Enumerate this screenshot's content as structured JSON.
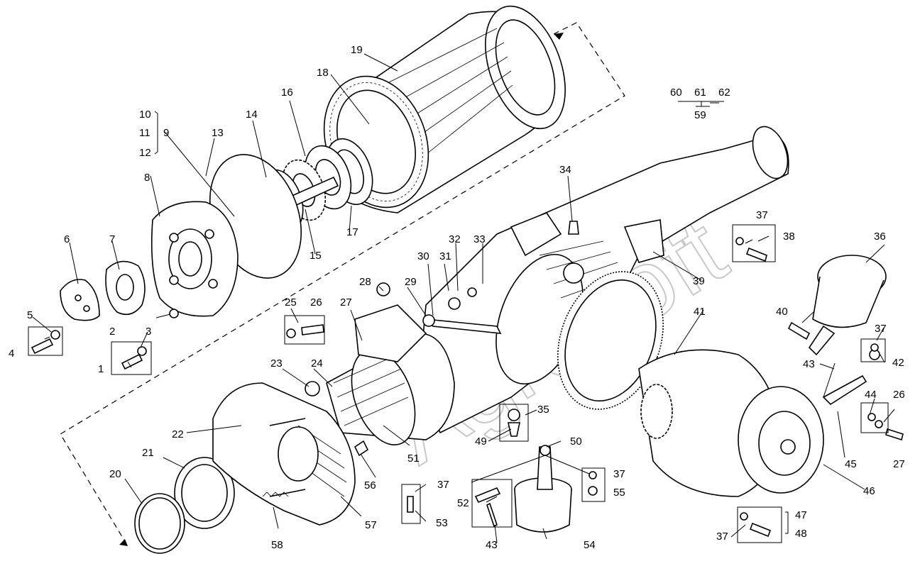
{
  "watermark": "Agrosoft",
  "callouts": [
    {
      "id": "c1",
      "text": "1"
    },
    {
      "id": "c2",
      "text": "2"
    },
    {
      "id": "c3",
      "text": "3"
    },
    {
      "id": "c4",
      "text": "4"
    },
    {
      "id": "c5",
      "text": "5"
    },
    {
      "id": "c6",
      "text": "6"
    },
    {
      "id": "c7",
      "text": "7"
    },
    {
      "id": "c8",
      "text": "8"
    },
    {
      "id": "c9",
      "text": "9"
    },
    {
      "id": "c10",
      "text": "10"
    },
    {
      "id": "c11",
      "text": "11"
    },
    {
      "id": "c12",
      "text": "12"
    },
    {
      "id": "c13",
      "text": "13"
    },
    {
      "id": "c14",
      "text": "14"
    },
    {
      "id": "c15",
      "text": "15"
    },
    {
      "id": "c16",
      "text": "16"
    },
    {
      "id": "c17",
      "text": "17"
    },
    {
      "id": "c18",
      "text": "18"
    },
    {
      "id": "c19",
      "text": "19"
    },
    {
      "id": "c20",
      "text": "20"
    },
    {
      "id": "c21",
      "text": "21"
    },
    {
      "id": "c22",
      "text": "22"
    },
    {
      "id": "c23",
      "text": "23"
    },
    {
      "id": "c24",
      "text": "24"
    },
    {
      "id": "c25",
      "text": "25"
    },
    {
      "id": "c26a",
      "text": "26"
    },
    {
      "id": "c27a",
      "text": "27"
    },
    {
      "id": "c28",
      "text": "28"
    },
    {
      "id": "c29",
      "text": "29"
    },
    {
      "id": "c30",
      "text": "30"
    },
    {
      "id": "c31",
      "text": "31"
    },
    {
      "id": "c32",
      "text": "32"
    },
    {
      "id": "c33",
      "text": "33"
    },
    {
      "id": "c34",
      "text": "34"
    },
    {
      "id": "c35",
      "text": "35"
    },
    {
      "id": "c36",
      "text": "36"
    },
    {
      "id": "c37a",
      "text": "37"
    },
    {
      "id": "c37b",
      "text": "37"
    },
    {
      "id": "c37c",
      "text": "37"
    },
    {
      "id": "c37d",
      "text": "37"
    },
    {
      "id": "c37e",
      "text": "37"
    },
    {
      "id": "c38",
      "text": "38"
    },
    {
      "id": "c39",
      "text": "39"
    },
    {
      "id": "c40",
      "text": "40"
    },
    {
      "id": "c41",
      "text": "41"
    },
    {
      "id": "c42",
      "text": "42"
    },
    {
      "id": "c43a",
      "text": "43"
    },
    {
      "id": "c43b",
      "text": "43"
    },
    {
      "id": "c44",
      "text": "44"
    },
    {
      "id": "c45",
      "text": "45"
    },
    {
      "id": "c46",
      "text": "46"
    },
    {
      "id": "c47",
      "text": "47"
    },
    {
      "id": "c48",
      "text": "48"
    },
    {
      "id": "c49",
      "text": "49"
    },
    {
      "id": "c50",
      "text": "50"
    },
    {
      "id": "c51",
      "text": "51"
    },
    {
      "id": "c52",
      "text": "52"
    },
    {
      "id": "c53",
      "text": "53"
    },
    {
      "id": "c54",
      "text": "54"
    },
    {
      "id": "c55",
      "text": "55"
    },
    {
      "id": "c56",
      "text": "56"
    },
    {
      "id": "c57",
      "text": "57"
    },
    {
      "id": "c58",
      "text": "58"
    },
    {
      "id": "c59",
      "text": "59"
    },
    {
      "id": "c60",
      "text": "60"
    },
    {
      "id": "c61",
      "text": "61"
    },
    {
      "id": "c62",
      "text": "62"
    },
    {
      "id": "c26b",
      "text": "26"
    },
    {
      "id": "c27b",
      "text": "27"
    }
  ]
}
